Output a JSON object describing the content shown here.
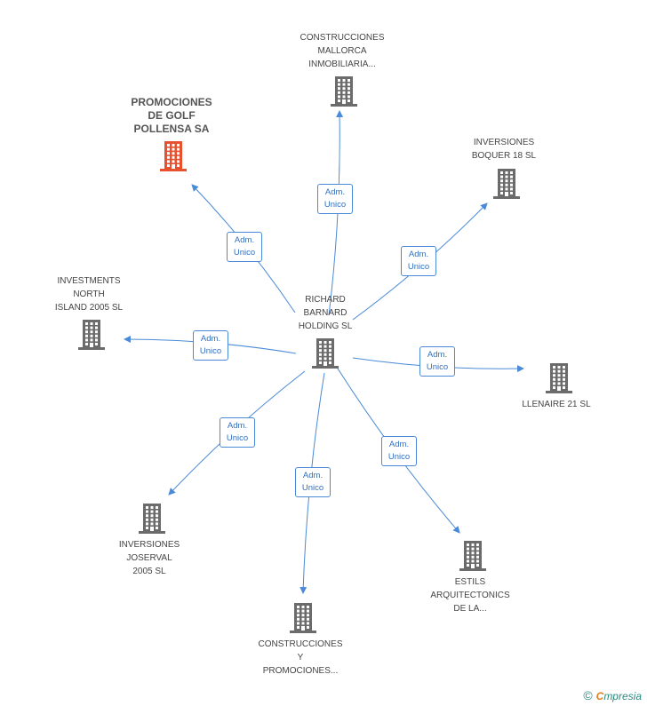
{
  "colors": {
    "edge": "#4a8ad8",
    "building": "#6b6b6b",
    "highlight": "#e8512e"
  },
  "center": {
    "id": "richard",
    "label": "RICHARD\nBARNARD\nHOLDING  SL"
  },
  "nodes": [
    {
      "id": "construcciones_mallorca",
      "label": "CONSTRUCCIONES\nMALLORCA\nINMOBILIARIA...",
      "highlight": false
    },
    {
      "id": "promociones_golf",
      "label": "PROMOCIONES\nDE GOLF\nPOLLENSA SA",
      "highlight": true
    },
    {
      "id": "inversiones_boquer",
      "label": "INVERSIONES\nBOQUER 18 SL",
      "highlight": false
    },
    {
      "id": "investments_north",
      "label": "INVESTMENTS\nNORTH\nISLAND 2005 SL",
      "highlight": false
    },
    {
      "id": "llenaire",
      "label": "LLENAIRE 21 SL",
      "highlight": false
    },
    {
      "id": "inversiones_joserval",
      "label": "INVERSIONES\nJOSERVAL\n2005 SL",
      "highlight": false
    },
    {
      "id": "estils",
      "label": "ESTILS\nARQUITECTONICS\nDE LA...",
      "highlight": false
    },
    {
      "id": "construcciones_promociones",
      "label": "CONSTRUCCIONES\nY\nPROMOCIONES...",
      "highlight": false
    }
  ],
  "edges": [
    {
      "to": "construcciones_mallorca",
      "label": "Adm.\nUnico"
    },
    {
      "to": "promociones_golf",
      "label": "Adm.\nUnico"
    },
    {
      "to": "inversiones_boquer",
      "label": "Adm.\nUnico"
    },
    {
      "to": "investments_north",
      "label": "Adm.\nUnico"
    },
    {
      "to": "llenaire",
      "label": "Adm.\nUnico"
    },
    {
      "to": "inversiones_joserval",
      "label": "Adm.\nUnico"
    },
    {
      "to": "estils",
      "label": "Adm.\nUnico"
    },
    {
      "to": "construcciones_promociones",
      "label": "Adm.\nUnico"
    }
  ],
  "footer": {
    "copyright": "©",
    "brand_first": "C",
    "brand_rest": "mpresia"
  }
}
